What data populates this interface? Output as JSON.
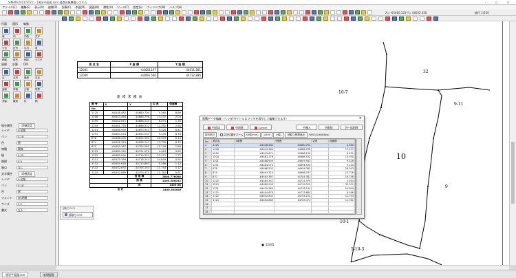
{
  "titlebar": {
    "text": "SiMATE2021(ST21) - [現況平面図.sim] 道路台帳整備システム",
    "window_controls": "- □ ×"
  },
  "menubar": [
    "ファイル(F)",
    "編集(E)",
    "表示(V)",
    "座標(P)",
    "計算(C)",
    "作図(D)",
    "図面(M)",
    "属性(A)",
    "ツール(T)",
    "設定(S)",
    "ウィンドウ(W)",
    "ヘルプ(H)"
  ],
  "toolbar": {
    "status_right_1": "X= -64460.123  Y= 44632.456",
    "status_right_2": "縮尺 1/250"
  },
  "leftpanel": {
    "tabs": [
      "作図",
      "図形",
      "編集"
    ],
    "tools": [
      {
        "label": "線"
      },
      {
        "label": "円"
      },
      {
        "label": "円弧"
      },
      {
        "label": "文字"
      },
      {
        "label": "寸法"
      },
      {
        "label": "記号"
      },
      {
        "label": "引出"
      },
      {
        "label": "表"
      },
      {
        "label": "移動"
      },
      {
        "label": "複写"
      },
      {
        "label": "削除"
      },
      {
        "label": "ラスタ"
      }
    ],
    "section2_tabs": [
      "座標",
      "計算",
      "DM"
    ],
    "tools2": [
      {
        "label": "点"
      },
      {
        "label": "点列"
      },
      {
        "label": "路線"
      },
      {
        "label": "交点"
      },
      {
        "label": "面積"
      },
      {
        "label": "求積"
      },
      {
        "label": "分割"
      },
      {
        "label": "境界"
      },
      {
        "label": "測量"
      },
      {
        "label": "観測"
      },
      {
        "label": "杭"
      },
      {
        "label": "網"
      }
    ],
    "layer_section": "線分属性",
    "layer_button": "詳細設定",
    "props": [
      {
        "label": "レイヤ",
        "value": "0:全般"
      },
      {
        "label": "ペン",
        "value": "0.18"
      },
      {
        "label": "色",
        "value": "黒"
      },
      {
        "label": "線種",
        "value": "実線"
      },
      {
        "label": "幅",
        "value": "0.25"
      },
      {
        "label": "間隔",
        "value": "0.0"
      },
      {
        "label": "端点",
        "value": "なし"
      }
    ],
    "text_section": "文字属性",
    "text_button": "詳細設定",
    "text_props": [
      {
        "label": "レイヤ",
        "value": "0:全般"
      },
      {
        "label": "ペン",
        "value": "0.18"
      },
      {
        "label": "色",
        "value": "黒"
      },
      {
        "label": "フォント",
        "value": "MS明朝"
      },
      {
        "label": "サイズ",
        "value": "2.5"
      },
      {
        "label": "書式",
        "value": "左下"
      }
    ]
  },
  "ocr": {
    "title": "読取りOCR",
    "button": "読取りOCR"
  },
  "coord_table": {
    "headers": [
      "測 点 名",
      "X 座 標",
      "Y 座 標"
    ],
    "rows": [
      [
        "12041",
        "-64428.197",
        "44611.581"
      ],
      [
        "12040",
        "-64466.586",
        "44732.886"
      ]
    ]
  },
  "point_table": {
    "title": "座 標 求 積 表",
    "headers": [
      "番 号",
      "X",
      "Y",
      "辺 長",
      "倍面積"
    ],
    "subheader": [
      "No.",
      "",
      "",
      "",
      ""
    ],
    "rows": [
      [
        "1125",
        "-64448.482",
        "44680.704",
        "5.360",
        "8.89"
      ],
      [
        "1208",
        "-64443.464",
        "44688.796",
        "17.237",
        "2.04"
      ],
      [
        "1290",
        "-64442.871",
        "44688.134",
        "6.031",
        "1.76"
      ],
      [
        "1204",
        "-64461.779",
        "44688.532",
        "12.350",
        "2.58"
      ],
      [
        "1201",
        "-64468.959",
        "44693.943",
        "9.326",
        "6.81"
      ],
      [
        "1291",
        "-64464.074",
        "44694.530",
        "9.145",
        "8.78"
      ],
      [
        "878",
        "-64468.202",
        "44694.362",
        "26.593",
        "6.14"
      ],
      [
        "874",
        "-64491.314",
        "44696.747",
        "13.726",
        "8.75"
      ],
      [
        "870",
        "-64483.367",
        "44704.361",
        "19.748",
        "1.58"
      ],
      [
        "1225",
        "-64485.342",
        "44721.979",
        "4.464",
        "9.85"
      ],
      [
        "1223",
        "-64480.990",
        "44719.325",
        "33.371",
        "7.77"
      ],
      [
        "1221",
        "-64479.369",
        "44718.244",
        "24.849",
        "0.92"
      ],
      [
        "1122",
        "-64454.678",
        "44713.863",
        "8.286",
        "1.12"
      ],
      [
        "1122",
        "-64452.832",
        "44704.154",
        "11.754",
        "5.12"
      ],
      [
        "1124",
        "-64452.869",
        "44703.471",
        "11.781",
        "5.61"
      ]
    ],
    "totals": [
      [
        "倍 面 積",
        "2800.776086"
      ],
      [
        "面 積",
        "1400.388043"
      ],
      [
        "坪",
        "1400.38"
      ]
    ],
    "footer": [
      "合 計",
      "1400.384049"
    ]
  },
  "drawing_labels": {
    "lot_main": "10",
    "lot_10_7": "10-7",
    "lot_32": "32",
    "lot_9_11": "9-11",
    "lot_9": "9",
    "lot_10_1": "10-1",
    "lot_5_10_3": "5-10-3",
    "point_label": "12041"
  },
  "dialog": {
    "title": "面積データ編集（ヘッダ/タイトル＆フッタを表示して編集できます）",
    "buttons": [
      "行追加",
      "行削除",
      "Cancel",
      "行挿入",
      "列削除",
      "列一括削除"
    ],
    "option_label": "複写貼付",
    "checkbox_label": "文字位置をズーム",
    "zoom_value": "A3縦(mm)",
    "ratio_value": "1/800",
    "seq_value": "1/順1",
    "button_ocr": "読取り座標追加",
    "path_value": "WECl(1)b5b8(w)",
    "grid_headers": [
      "No.",
      "測点名",
      "X座標",
      "Y座標",
      "辺長",
      "倍面積"
    ],
    "grid_rows": [
      [
        "1",
        "1125",
        "-64448.482",
        "44680.704",
        "",
        "5.360"
      ],
      [
        "2",
        "1208",
        "-64443.464",
        "44688.796",
        "",
        "17.237"
      ],
      [
        "3",
        "1290",
        "-64442.871",
        "44688.134",
        "",
        "6.031"
      ],
      [
        "4",
        "1204",
        "-64461.779",
        "44688.532",
        "",
        "12.350"
      ],
      [
        "5",
        "1201",
        "-64468.959",
        "44693.943",
        "",
        "9.326"
      ],
      [
        "6",
        "1291",
        "-64464.074",
        "44694.530",
        "",
        "9.145"
      ],
      [
        "7",
        "878",
        "-64468.202",
        "44694.362",
        "",
        "26.593"
      ],
      [
        "8",
        "874",
        "-64491.314",
        "44696.747",
        "",
        "13.726"
      ],
      [
        "9",
        "870",
        "-64483.367",
        "44704.361",
        "",
        "19.748"
      ],
      [
        "10",
        "1225",
        "-64485.342",
        "44721.979",
        "",
        "4.464"
      ],
      [
        "11",
        "1223",
        "-64480.990",
        "44719.325",
        "",
        "33.371"
      ],
      [
        "12",
        "1221",
        "-64479.369",
        "44718.244",
        "",
        "24.849"
      ],
      [
        "13",
        "1122",
        "-64454.678",
        "44713.863",
        "",
        "8.286"
      ],
      [
        "14",
        "1122",
        "-64452.832",
        "44704.154",
        "",
        "11.754"
      ],
      [
        "15",
        "1124",
        "-64452.869",
        "44703.471",
        "",
        "11.781"
      ],
      [
        "16",
        "",
        "",
        "",
        "",
        ""
      ],
      [
        "17",
        "",
        "",
        "",
        "",
        ""
      ],
      [
        "18",
        "",
        "",
        "",
        "",
        ""
      ]
    ]
  },
  "statusbar": {
    "tab1": "現況平面図.sim",
    "tab2": "新規図面"
  }
}
